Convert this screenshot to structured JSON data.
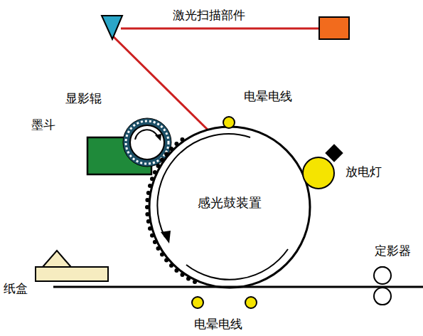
{
  "diagram": {
    "nodes": [
      {
        "text": [
          "感光鼓装置"
        ]
      }
    ],
    "labels": [
      "激光扫描部件",
      "显影辊",
      "墨斗",
      "电晕电线",
      "放电灯",
      "纸盒",
      "定影器",
      "电晕电线"
    ]
  }
}
